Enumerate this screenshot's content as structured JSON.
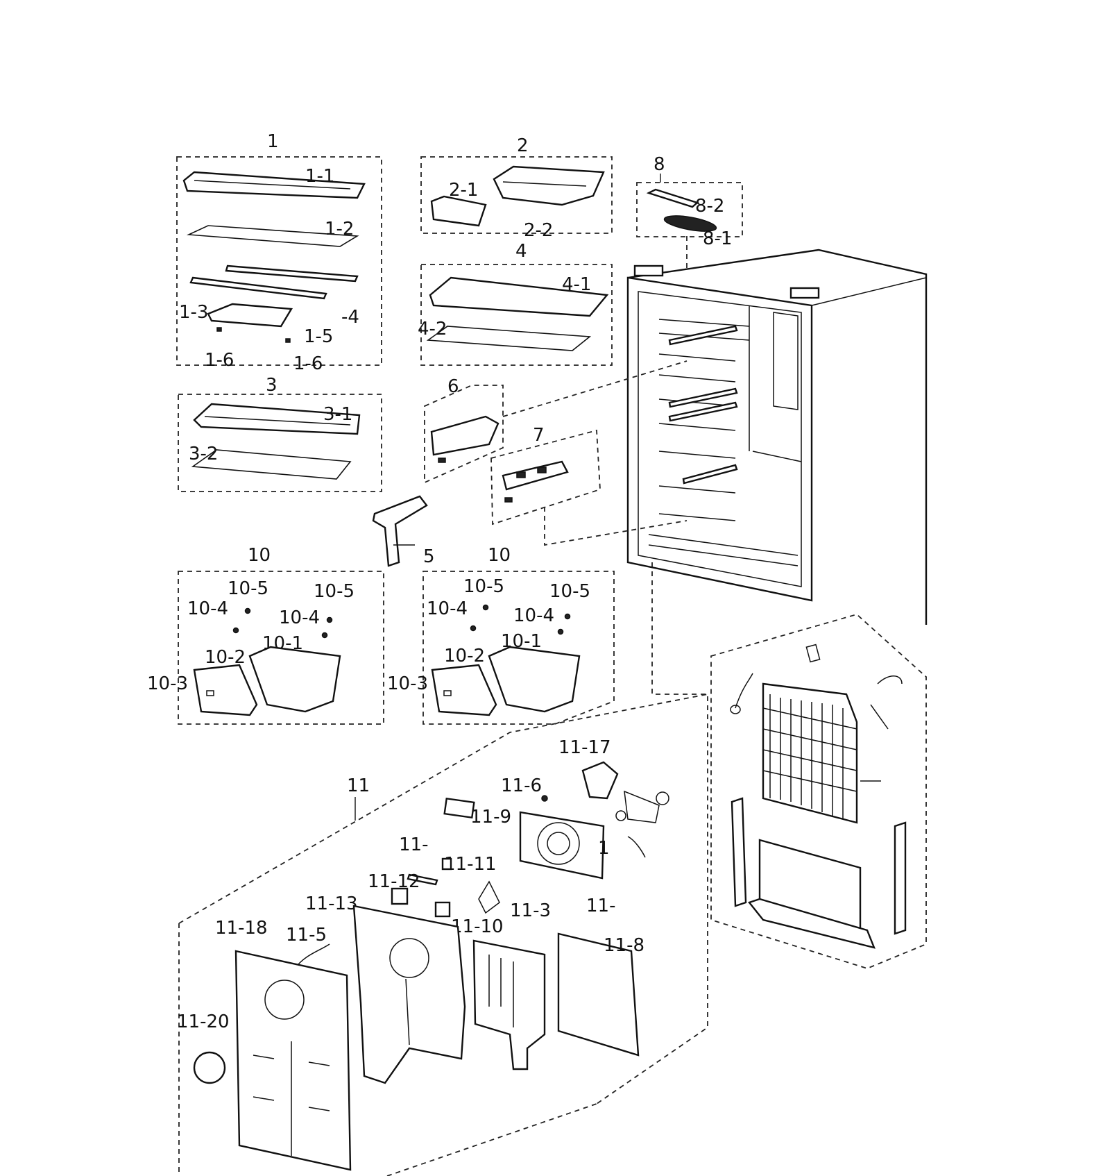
{
  "groups": {
    "g1": {
      "label": "1",
      "parts": {
        "p1_1": "1-1",
        "p1_2": "1-2",
        "p1_3": "1-3",
        "p1_4": "-4",
        "p1_5": "1-5",
        "p1_6a": "1-6",
        "p1_6b": "1-6"
      }
    },
    "g2": {
      "label": "2",
      "parts": {
        "p2_1": "2-1",
        "p2_2": "2-2"
      }
    },
    "g3": {
      "label": "3",
      "parts": {
        "p3_1": "3-1",
        "p3_2": "3-2"
      }
    },
    "g4": {
      "label": "4",
      "parts": {
        "p4_1": "4-1",
        "p4_2": "4-2"
      }
    },
    "g5": {
      "label": "5"
    },
    "g6": {
      "label": "6"
    },
    "g7": {
      "label": "7"
    },
    "g8": {
      "label": "8",
      "parts": {
        "p8_1": "8-1",
        "p8_2": "8-2"
      }
    },
    "g10a": {
      "label": "10",
      "parts": {
        "p10_1": "10-1",
        "p10_2": "10-2",
        "p10_3": "10-3",
        "p10_4a": "10-4",
        "p10_4b": "10-4",
        "p10_5a": "10-5",
        "p10_5b": "10-5"
      }
    },
    "g10b": {
      "label": "10",
      "parts": {
        "p10_1": "10-1",
        "p10_2": "10-2",
        "p10_3": "10-3",
        "p10_4a": "10-4",
        "p10_4b": "10-4",
        "p10_5a": "10-5",
        "p10_5b": "10-5"
      }
    },
    "g11": {
      "label": "11",
      "parts": {
        "p11_3": "11-3",
        "p11_5": "11-5",
        "p11_6": "11-6",
        "p11_8": "11-8",
        "p11_9": "11-9",
        "p11_10": "11-10",
        "p11_11": "11-11",
        "p11_12": "11-12",
        "p11_13": "11-13",
        "p11_17": "11-17",
        "p11_18": "11-18",
        "p11_20": "11-20",
        "p11_x1": "11-",
        "p11_x2": "11-",
        "p11_x3": "1"
      }
    }
  }
}
